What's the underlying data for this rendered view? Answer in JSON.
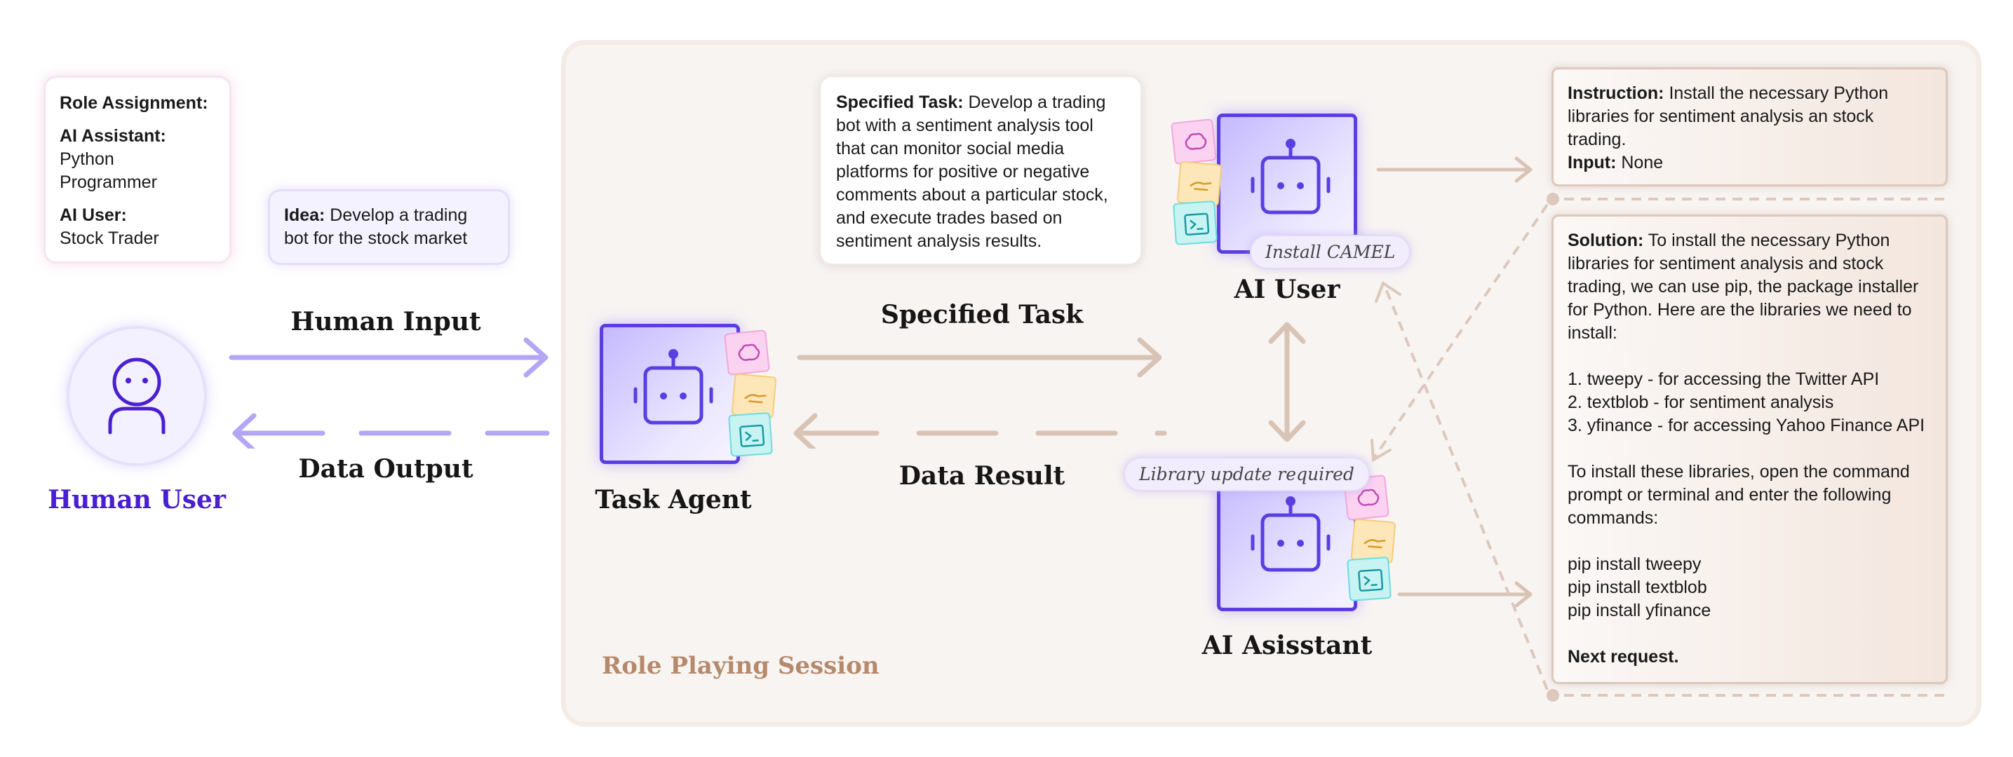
{
  "role_card": {
    "title": "Role Assignment:",
    "assistant_label": "AI Assistant:",
    "assistant_value_1": "Python",
    "assistant_value_2": "Programmer",
    "user_label": "AI User:",
    "user_value": "Stock Trader"
  },
  "idea_card": {
    "label": "Idea:",
    "text_1": " Develop a trading",
    "text_2": "bot for the stock market"
  },
  "human": {
    "name": "Human User",
    "input_label": "Human Input",
    "output_label": "Data Output"
  },
  "session": {
    "title": "Role Playing Session"
  },
  "task_agent": {
    "name": "Task Agent",
    "specified_label": "Specified Task",
    "result_label": "Data Result"
  },
  "specified_task_card": {
    "label": "Specified Task:",
    "lines": [
      " Develop a trading",
      "bot with a sentiment analysis tool",
      "that can monitor social media",
      "platforms for positive or negative",
      "comments about a particular stock,",
      "and execute trades based on",
      "sentiment analysis results."
    ]
  },
  "ai_user": {
    "name": "AI User",
    "pill": "Install CAMEL"
  },
  "ai_assistant": {
    "name": "AI Asisstant",
    "pill": "Library update required"
  },
  "instruction_card": {
    "instruction_label": "Instruction:",
    "instruction_text_1": " Install the necessary Python",
    "instruction_text_2": "libraries for sentiment analysis an stock",
    "instruction_text_3": "trading.",
    "input_label": "Input:",
    "input_value": " None"
  },
  "solution_card": {
    "label": "Solution:",
    "text": " To install the necessary Python\nlibraries for sentiment analysis and stock\ntrading, we can use pip, the package installer\nfor Python. Here are the libraries we need to\ninstall:\n\n1. tweepy - for accessing the Twitter API\n2. textblob - for sentiment analysis\n3. yfinance - for accessing Yahoo Finance API\n\nTo install these libraries, open the command\nprompt or terminal and enter the following\ncommands:\n\npip install tweepy\npip install textblob\npip install yfinance\n\n",
    "next": "Next request."
  },
  "colors": {
    "purple_accent": "#5a3ee0",
    "human_name": "#4a1fd1",
    "lavender_arrow": "#b4a6f5",
    "tan_arrow": "#d9c3b5",
    "session_title": "#b58a6c"
  },
  "icons": [
    "user-icon",
    "robot-icon",
    "brain-icon",
    "hand-icon",
    "terminal-icon"
  ]
}
